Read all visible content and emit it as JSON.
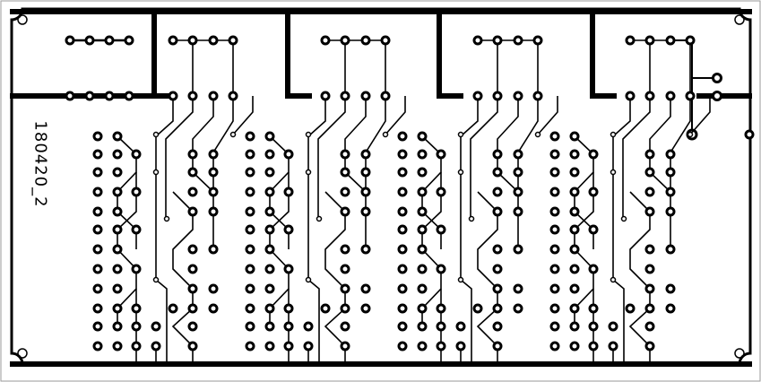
{
  "board": {
    "label": "180420_2",
    "colors": {
      "copper": "#000000",
      "substrate": "#ffffff",
      "frame": "#9a9a9a"
    },
    "channel_count": 4,
    "pads_per_channel": 46
  }
}
